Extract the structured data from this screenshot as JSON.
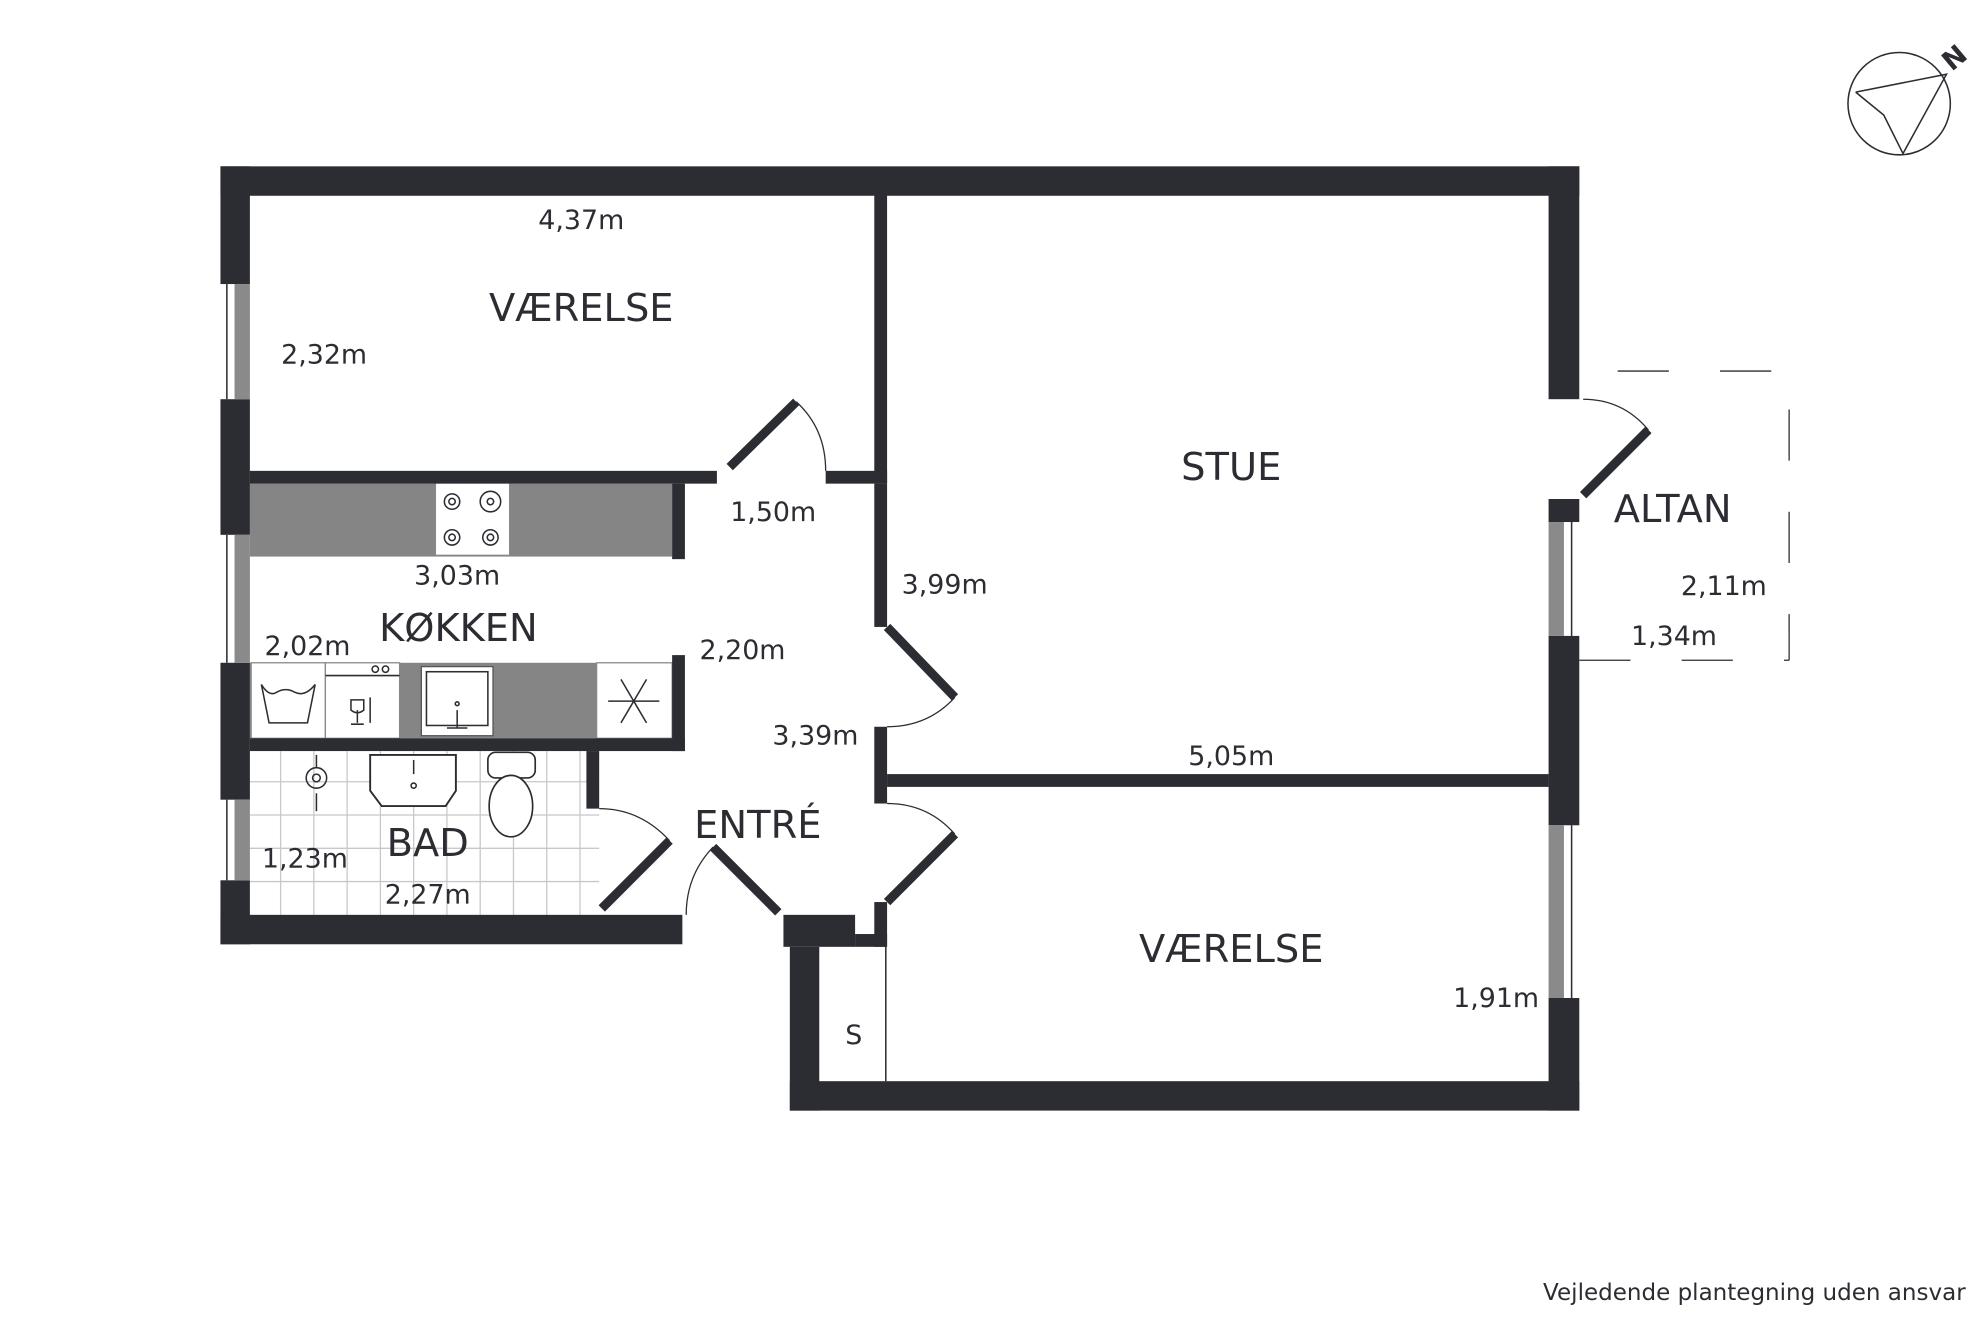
{
  "rooms": {
    "vaerelse_top": "VÆRELSE",
    "stue": "STUE",
    "altan": "ALTAN",
    "koekken": "KØKKEN",
    "entre": "ENTRÉ",
    "bad": "BAD",
    "vaerelse_bottom": "VÆRELSE",
    "storage": "S"
  },
  "dimensions": {
    "vaerelse_top_width": "4,37m",
    "vaerelse_top_depth": "2,32m",
    "hall_width": "1,50m",
    "koekken_width": "3,03m",
    "koekken_depth": "2,02m",
    "entre_depth": "2,20m",
    "stue_depth": "3,99m",
    "entre_length": "3,39m",
    "stue_width": "5,05m",
    "altan_length": "2,11m",
    "altan_depth": "1,34m",
    "bad_depth": "1,23m",
    "bad_width": "2,27m",
    "vaerelse_bottom_depth": "1,91m"
  },
  "compass": {
    "label": "N"
  },
  "disclaimer": "Vejledende plantegning uden ansvar",
  "colors": {
    "wall": "#2b2d33",
    "counter": "#858585"
  }
}
